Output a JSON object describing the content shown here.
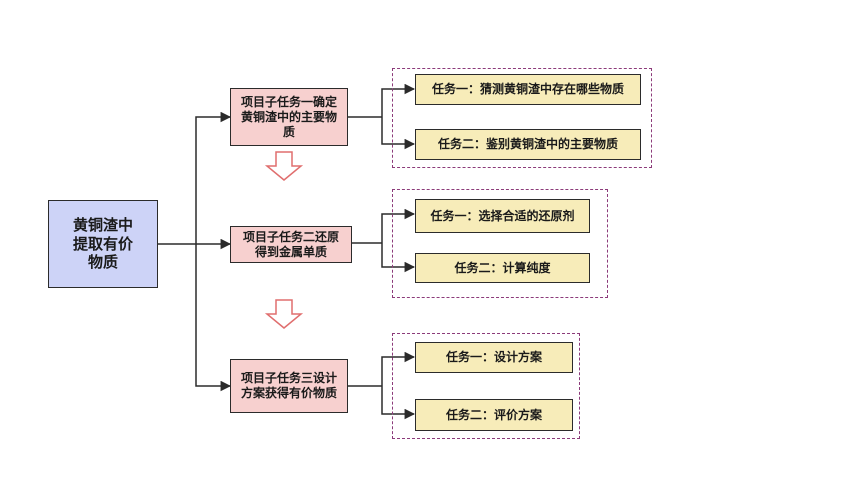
{
  "root": {
    "label": "黄铜渣中提取有价物质"
  },
  "colors": {
    "root_fill": "#cdd3f7",
    "project_fill": "#f7d0cf",
    "task_fill": "#f7ecb9",
    "group_border": "#8c3b7a",
    "down_arrow": "#e06e6e",
    "line": "#2b2b2b"
  },
  "projects": [
    {
      "label": "项目子任务一确定黄铜渣中的主要物质",
      "tasks": [
        {
          "label": "任务一：猜测黄铜渣中存在哪些物质"
        },
        {
          "label": "任务二：鉴别黄铜渣中的主要物质"
        }
      ]
    },
    {
      "label": "项目子任务二还原得到金属单质",
      "tasks": [
        {
          "label": "任务一：选择合适的还原剂"
        },
        {
          "label": "任务二：计算纯度"
        }
      ]
    },
    {
      "label": "项目子任务三设计方案获得有价物质",
      "tasks": [
        {
          "label": "任务一：设计方案"
        },
        {
          "label": "任务二：评价方案"
        }
      ]
    }
  ]
}
